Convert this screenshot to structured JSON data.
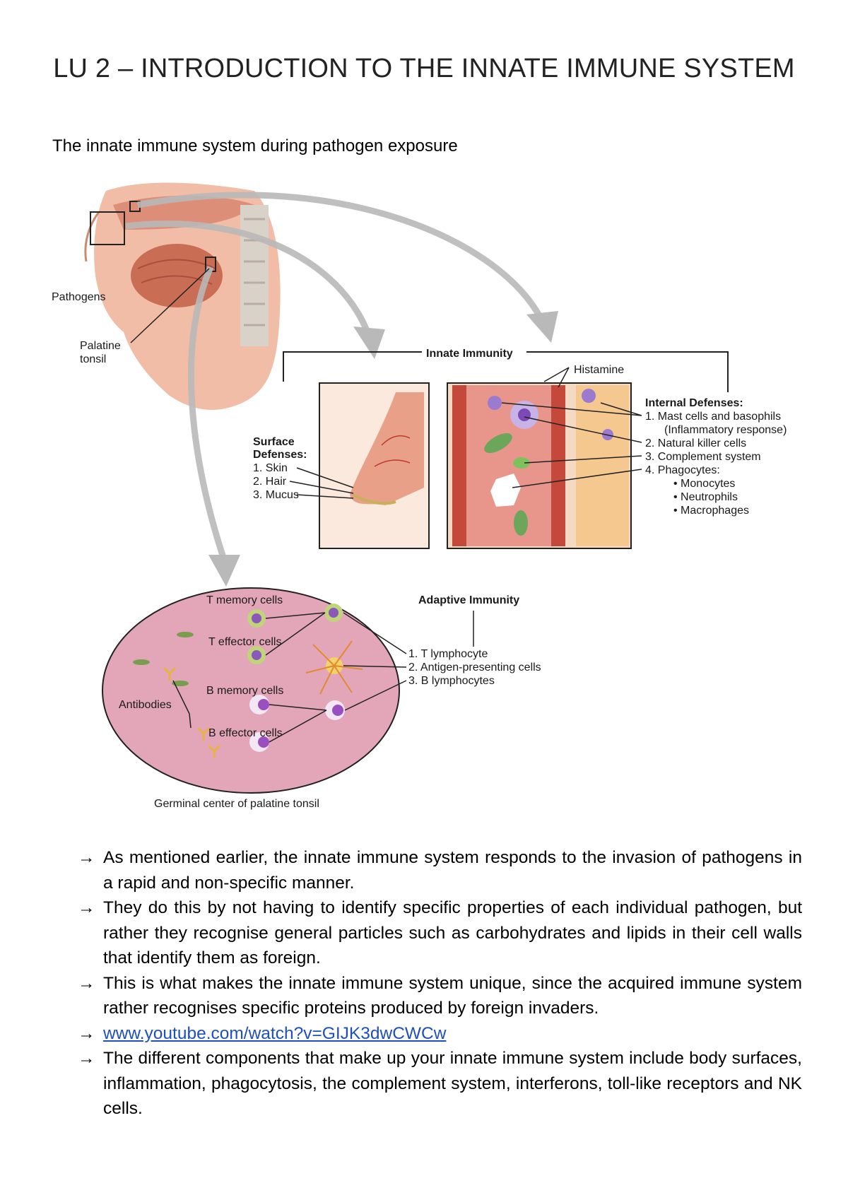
{
  "page": {
    "title": "LU 2 – INTRODUCTION TO THE INNATE IMMUNE SYSTEM",
    "subtitle": "The innate immune system during pathogen exposure"
  },
  "figure": {
    "pathogens": "Pathogens",
    "palatine_tonsil_1": "Palatine",
    "palatine_tonsil_2": "tonsil",
    "innate_immunity": "Innate Immunity",
    "histamine": "Histamine",
    "surface_defenses_1": "Surface",
    "surface_defenses_2": "Defenses:",
    "surface_items": [
      "1. Skin",
      "2. Hair",
      "3. Mucus"
    ],
    "internal_defenses_title": "Internal Defenses:",
    "internal_items": [
      "1. Mast cells and basophils",
      "(Inflammatory response)",
      "2. Natural killer cells",
      "3. Complement system",
      "4. Phagocytes:",
      "• Monocytes",
      "• Neutrophils",
      "• Macrophages"
    ],
    "adaptive_immunity": "Adaptive Immunity",
    "adaptive_items": [
      "1. T lymphocyte",
      "2. Antigen-presenting cells",
      "3. B lymphocytes"
    ],
    "t_memory": "T memory cells",
    "t_effector": "T effector cells",
    "b_memory": "B memory cells",
    "b_effector": "B effector cells",
    "antibodies": "Antibodies",
    "germinal_center": "Germinal center of palatine tonsil"
  },
  "bullets": [
    {
      "arrow": "→",
      "text": "As mentioned earlier, the innate immune system responds to the invasion of pathogens in a rapid and non-specific manner."
    },
    {
      "arrow": "→",
      "text": "They do this by not having to identify specific properties of each individual pathogen, but rather they recognise general particles such as carbohydrates and lipids in their cell walls that identify them as foreign."
    },
    {
      "arrow": "→",
      "text": "This is what makes the innate immune system unique, since the acquired immune system rather recognises specific proteins produced by foreign invaders."
    },
    {
      "arrow": "→",
      "link": "www.youtube.com/watch?v=GIJK3dwCWCw"
    },
    {
      "arrow": "→",
      "text": "The different components that make up your innate immune system include body surfaces, inflammation, phagocytosis, the complement system, interferons, toll-like receptors and NK cells."
    }
  ],
  "colors": {
    "tissue": "#e8a083",
    "tonsil_bg": "#e3a6b9",
    "arrow_gray": "#b9b9b9",
    "link": "#1f4fbf"
  }
}
